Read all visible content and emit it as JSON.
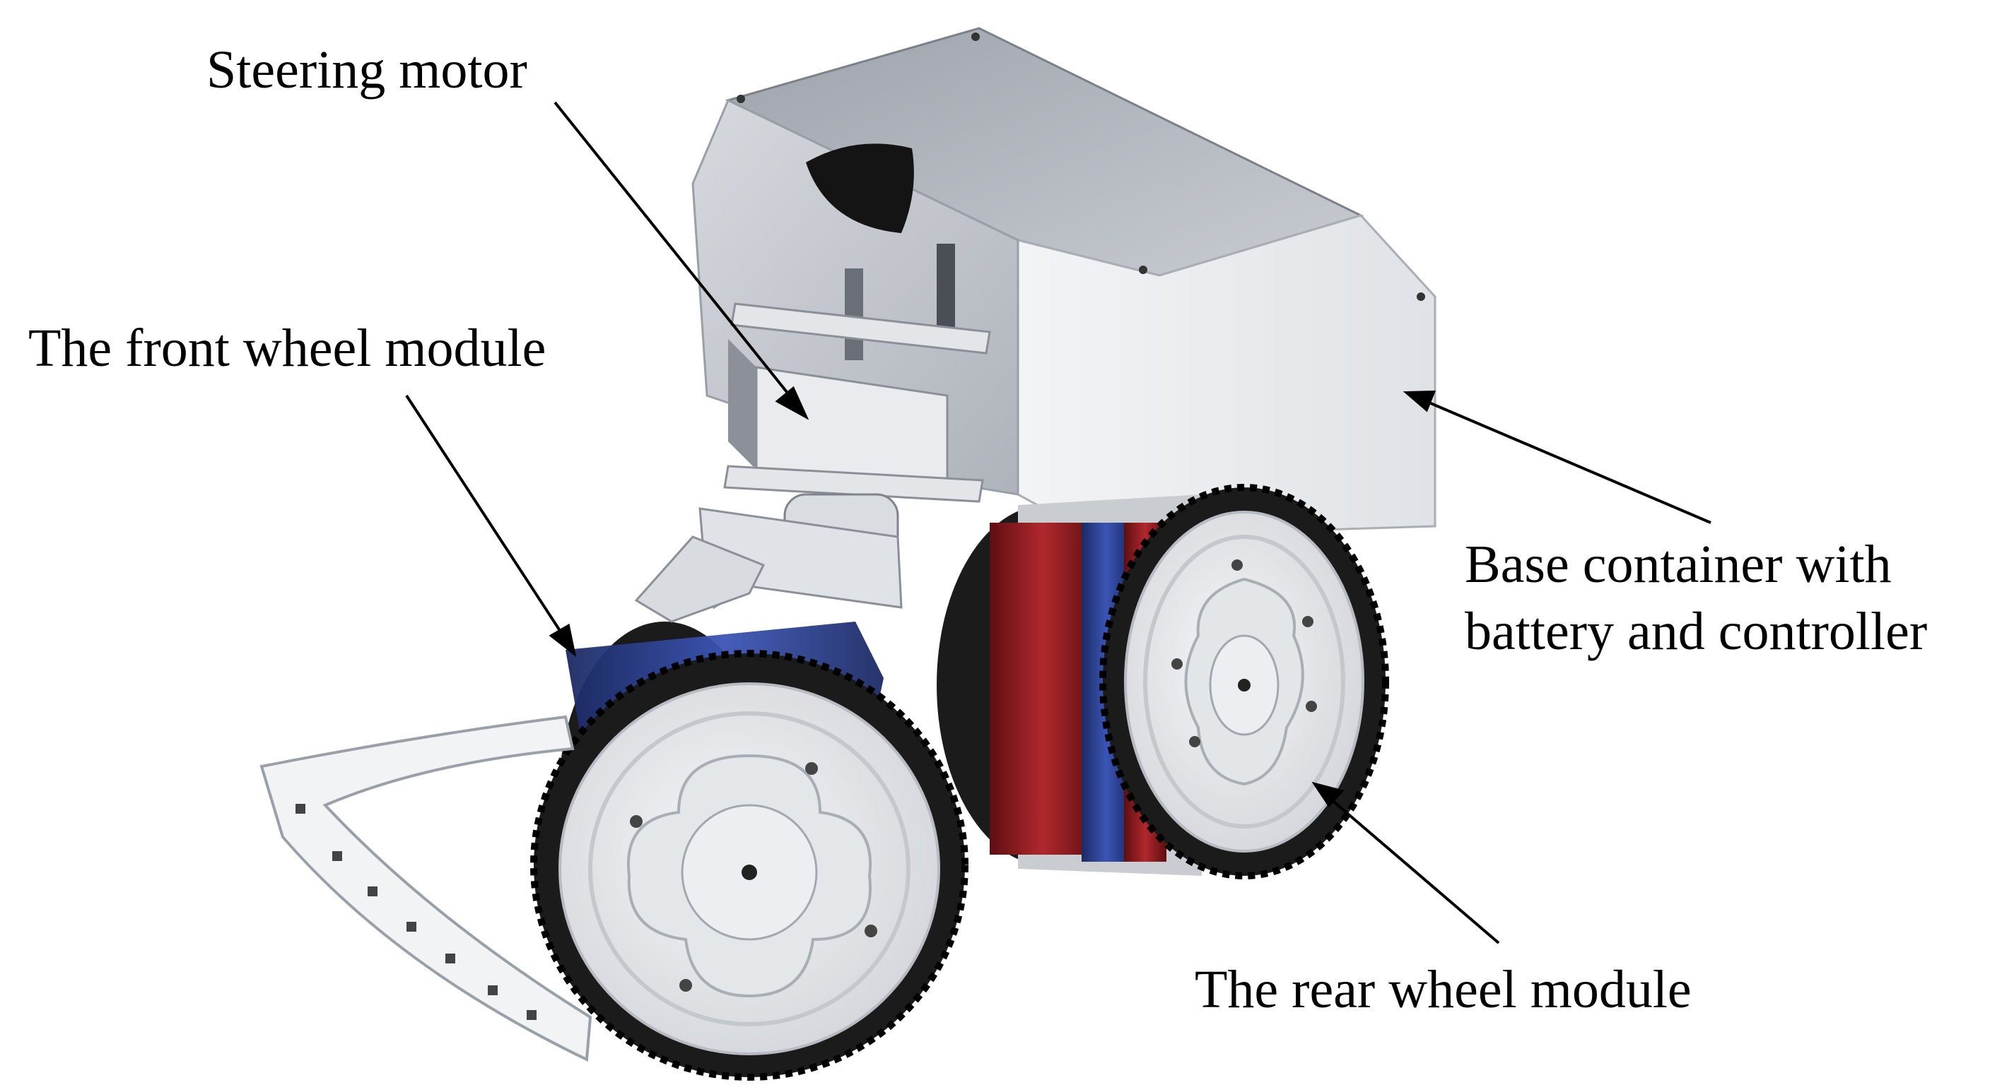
{
  "labels": {
    "steering_motor": "Steering motor",
    "front_wheel_module": "The front wheel module",
    "base_container_line1": "Base container with",
    "base_container_line2": "battery and controller",
    "rear_wheel_module": "The rear wheel module"
  },
  "colors": {
    "background": "#ffffff",
    "text": "#000000",
    "body_light": "#e6e8ec",
    "body_mid": "#c4c8cf",
    "body_dark": "#8e939b",
    "tire": "#1b1b1b",
    "wheel_face": "#e9ebee",
    "belt_blue": "#2b3f8f",
    "belt_red": "#8e1e22"
  }
}
